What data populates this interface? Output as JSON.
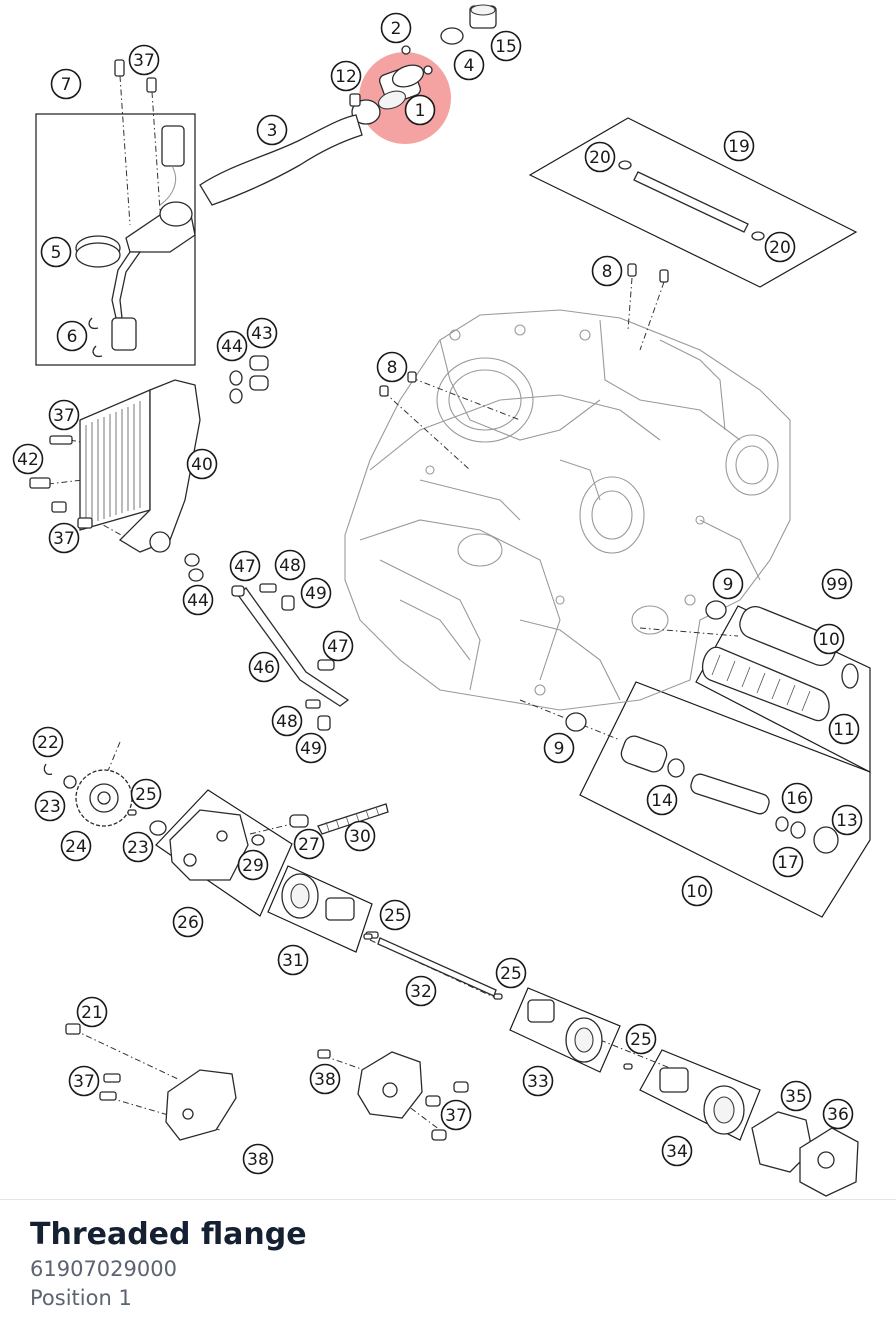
{
  "part": {
    "title": "Threaded flange",
    "number": "61907029000",
    "position": "Position 1"
  },
  "highlight_color": "#f28b8b",
  "callouts": [
    "1",
    "2",
    "3",
    "4",
    "5",
    "6",
    "7",
    "8",
    "8",
    "9",
    "9",
    "10",
    "10",
    "11",
    "12",
    "13",
    "14",
    "15",
    "16",
    "17",
    "19",
    "20",
    "20",
    "21",
    "22",
    "23",
    "23",
    "24",
    "25",
    "25",
    "25",
    "25",
    "26",
    "27",
    "29",
    "30",
    "31",
    "32",
    "33",
    "34",
    "35",
    "36",
    "37",
    "37",
    "37",
    "37",
    "37",
    "38",
    "38",
    "40",
    "42",
    "43",
    "44",
    "44",
    "46",
    "47",
    "47",
    "48",
    "48",
    "49",
    "49",
    "99"
  ]
}
